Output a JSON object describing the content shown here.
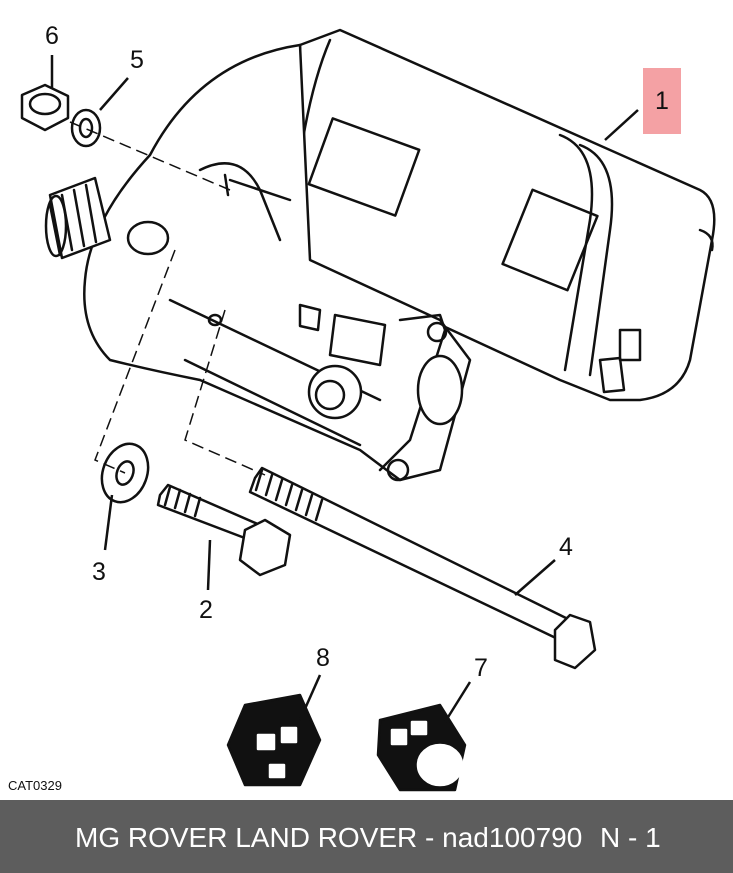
{
  "callouts": {
    "c1": "1",
    "c2": "2",
    "c3": "3",
    "c4": "4",
    "c5": "5",
    "c6": "6",
    "c7": "7",
    "c8": "8"
  },
  "catalog_code": "CAT0329",
  "footer": {
    "title": "MG ROVER LAND ROVER - nad100790",
    "page": "N - 1"
  },
  "colors": {
    "highlight": "#f4a1a4",
    "footer_bg": "#5d5d5d",
    "footer_text": "#ffffff",
    "line": "#111111"
  }
}
